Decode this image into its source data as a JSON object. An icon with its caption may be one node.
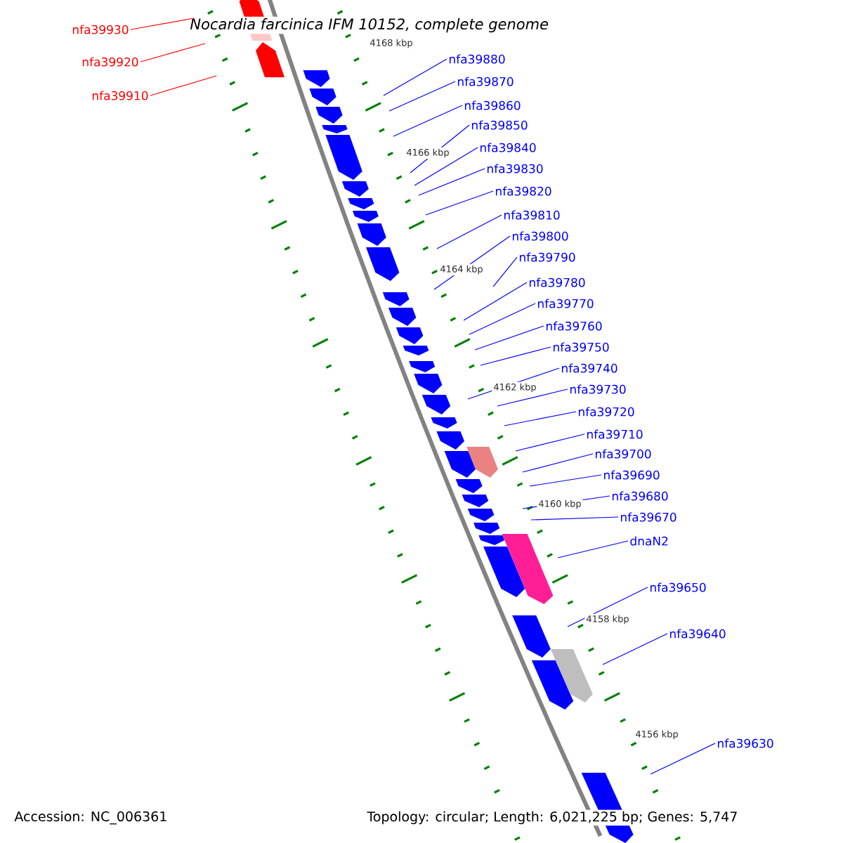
{
  "diagram": {
    "title": "Nocardia farcinica IFM 10152, complete genome",
    "nodes": [
      {
        "text": [
          "nfa39930"
        ]
      },
      {
        "text": [
          "nfa39880"
        ]
      },
      {
        "text": [
          "nfa39920"
        ]
      },
      {
        "text": [
          "nfa39870"
        ]
      },
      {
        "text": [
          "nfa39910"
        ]
      },
      {
        "text": [
          "nfa39860"
        ]
      },
      {
        "text": [
          "nfa39850"
        ]
      },
      {
        "text": [
          "nfa39840"
        ]
      },
      {
        "text": [
          "nfa39830"
        ]
      },
      {
        "text": [
          "nfa39820"
        ]
      },
      {
        "text": [
          "nfa39810"
        ]
      },
      {
        "text": [
          "nfa39800"
        ]
      },
      {
        "text": [
          "nfa39790"
        ]
      },
      {
        "text": [
          "nfa39780"
        ]
      },
      {
        "text": [
          "nfa39770"
        ]
      },
      {
        "text": [
          "nfa39760"
        ]
      },
      {
        "text": [
          "nfa39750"
        ]
      },
      {
        "text": [
          "nfa39740"
        ]
      },
      {
        "text": [
          "nfa39730"
        ]
      },
      {
        "text": [
          "nfa39720"
        ]
      },
      {
        "text": [
          "nfa39710"
        ]
      },
      {
        "text": [
          "nfa39700"
        ]
      },
      {
        "text": [
          "nfa39690"
        ]
      },
      {
        "text": [
          "nfa39680"
        ]
      },
      {
        "text": [
          "nfa39670"
        ]
      },
      {
        "text": [
          "dnaN2"
        ]
      },
      {
        "text": [
          "nfa39650"
        ]
      },
      {
        "text": [
          "nfa39640"
        ]
      },
      {
        "text": [
          "nfa39630"
        ]
      }
    ],
    "edges": [
      {
        "from": 0,
        "to": null,
        "arrow": "none",
        "color": "#ff0000"
      },
      {
        "from": 1,
        "to": null,
        "arrow": "none"
      },
      {
        "from": 2,
        "to": null,
        "arrow": "none",
        "color": "#ff0000"
      },
      {
        "from": 3,
        "to": null,
        "arrow": "none"
      },
      {
        "from": 4,
        "to": null,
        "arrow": "none",
        "color": "#ff0000"
      },
      {
        "from": 5,
        "to": null,
        "arrow": "none"
      },
      {
        "from": 6,
        "to": null,
        "arrow": "none"
      },
      {
        "from": 7,
        "to": null,
        "arrow": "none"
      },
      {
        "from": 8,
        "to": null,
        "arrow": "none"
      },
      {
        "from": 9,
        "to": null,
        "arrow": "none"
      },
      {
        "from": 10,
        "to": null,
        "arrow": "none"
      },
      {
        "from": 11,
        "to": null,
        "arrow": "none"
      },
      {
        "from": 12,
        "to": null,
        "arrow": "none"
      },
      {
        "from": 13,
        "to": null,
        "arrow": "none"
      },
      {
        "from": 14,
        "to": null,
        "arrow": "none"
      },
      {
        "from": 15,
        "to": null,
        "arrow": "none"
      },
      {
        "from": 16,
        "to": null,
        "arrow": "none"
      },
      {
        "from": 17,
        "to": null,
        "arrow": "none"
      },
      {
        "from": 18,
        "to": null,
        "arrow": "none"
      },
      {
        "from": 19,
        "to": null,
        "arrow": "none"
      },
      {
        "from": 20,
        "to": null,
        "arrow": "none"
      },
      {
        "from": 21,
        "to": null,
        "arrow": "none"
      },
      {
        "from": 22,
        "to": null,
        "arrow": "none"
      },
      {
        "from": 23,
        "to": null,
        "arrow": "none"
      },
      {
        "from": 24,
        "to": null,
        "arrow": "none"
      },
      {
        "from": 25,
        "to": null,
        "arrow": "none"
      },
      {
        "from": 26,
        "to": null,
        "arrow": "none"
      },
      {
        "from": 27,
        "to": null,
        "arrow": "none"
      },
      {
        "from": 28,
        "to": null,
        "arrow": "none"
      }
    ],
    "labels": [
      "4168 kbp",
      "4166 kbp",
      "4164 kbp",
      "4162 kbp",
      "4160 kbp",
      "4158 kbp",
      "4156 kbp",
      "Accession: NC_006361",
      "Topology: circular; Length: 6,021,225 bp; Genes: 5,747"
    ]
  }
}
